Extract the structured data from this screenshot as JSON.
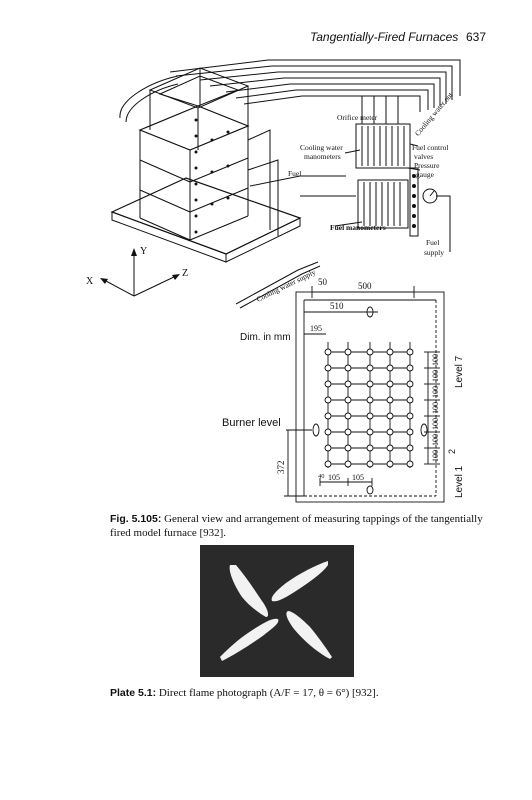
{
  "header": {
    "running_title": "Tangentially-Fired Furnaces",
    "page_number": "637"
  },
  "figure_top": {
    "labels": {
      "orifice_meter": "Orifice meter",
      "cooling_water_out": "Cooling water out",
      "cooling_water_manometers_1": "Cooling water",
      "cooling_water_manometers_2": "manometers",
      "fuel_control_valves_1": "Fuel control",
      "fuel_control_valves_2": "valves",
      "pressure_gauge_1": "Pressure",
      "pressure_gauge_2": "gauge",
      "fuel": "Fuel",
      "fuel_manometers": "Fuel manometers",
      "fuel_supply_1": "Fuel",
      "fuel_supply_2": "supply",
      "cooling_water_supply": "Cooling water supply",
      "axis_x": "X",
      "axis_y": "Y",
      "axis_z": "Z"
    }
  },
  "figure_bottom": {
    "dim_unit": "Dim. in mm",
    "burner_level": "Burner level",
    "dim_50": "50",
    "dim_500": "500",
    "dim_510": "510",
    "dim_195": "195",
    "dim_372": "372",
    "dim_40": "40",
    "dim_105a": "105",
    "dim_105b": "105",
    "dim_100": "100",
    "level_7": "Level 7",
    "level_2": "2",
    "level_1": "Level 1"
  },
  "fig_caption": {
    "label": "Fig. 5.105:",
    "text": " General view and arrangement of measuring tappings of the tangentially fired model furnace [932]."
  },
  "plate_caption": {
    "label": "Plate 5.1:",
    "text": " Direct flame photograph (A/F = 17, θ = 6°) [932]."
  }
}
